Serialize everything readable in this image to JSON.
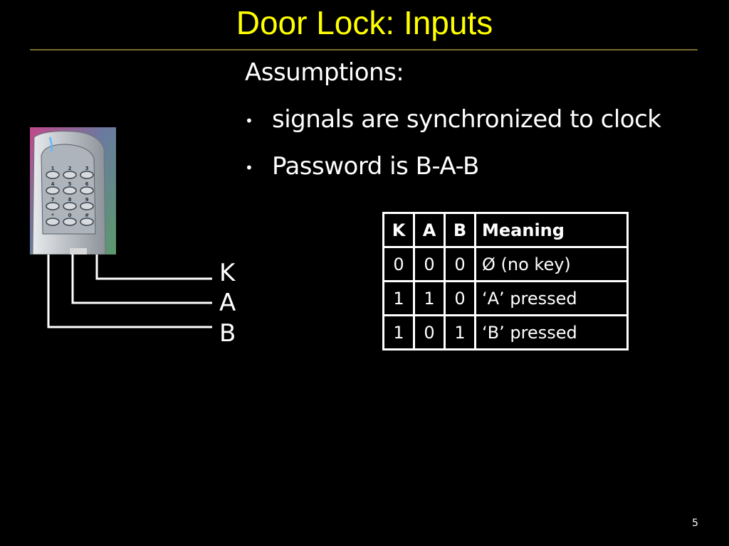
{
  "slide": {
    "title": "Door Lock: Inputs",
    "page_number": "5"
  },
  "assumptions": {
    "heading": "Assumptions:",
    "bullet_glyph": "•",
    "bullets": [
      "signals are synchronized to clock",
      "Password is B-A-B"
    ]
  },
  "diagram": {
    "signals": [
      "K",
      "A",
      "B"
    ],
    "keypad_keys": [
      "1",
      "2",
      "3",
      "4",
      "5",
      "6",
      "7",
      "8",
      "9",
      "*",
      "0",
      "#"
    ]
  },
  "table": {
    "headers": [
      "K",
      "A",
      "B",
      "Meaning"
    ],
    "rows": [
      [
        "0",
        "0",
        "0",
        "Ø  (no key)"
      ],
      [
        "1",
        "1",
        "0",
        "‘A’ pressed"
      ],
      [
        "1",
        "0",
        "1",
        "‘B’ pressed"
      ]
    ]
  },
  "colors": {
    "background": "#000000",
    "title": "#ffff00",
    "rule": "#7a6a2e",
    "text": "#ffffff"
  }
}
